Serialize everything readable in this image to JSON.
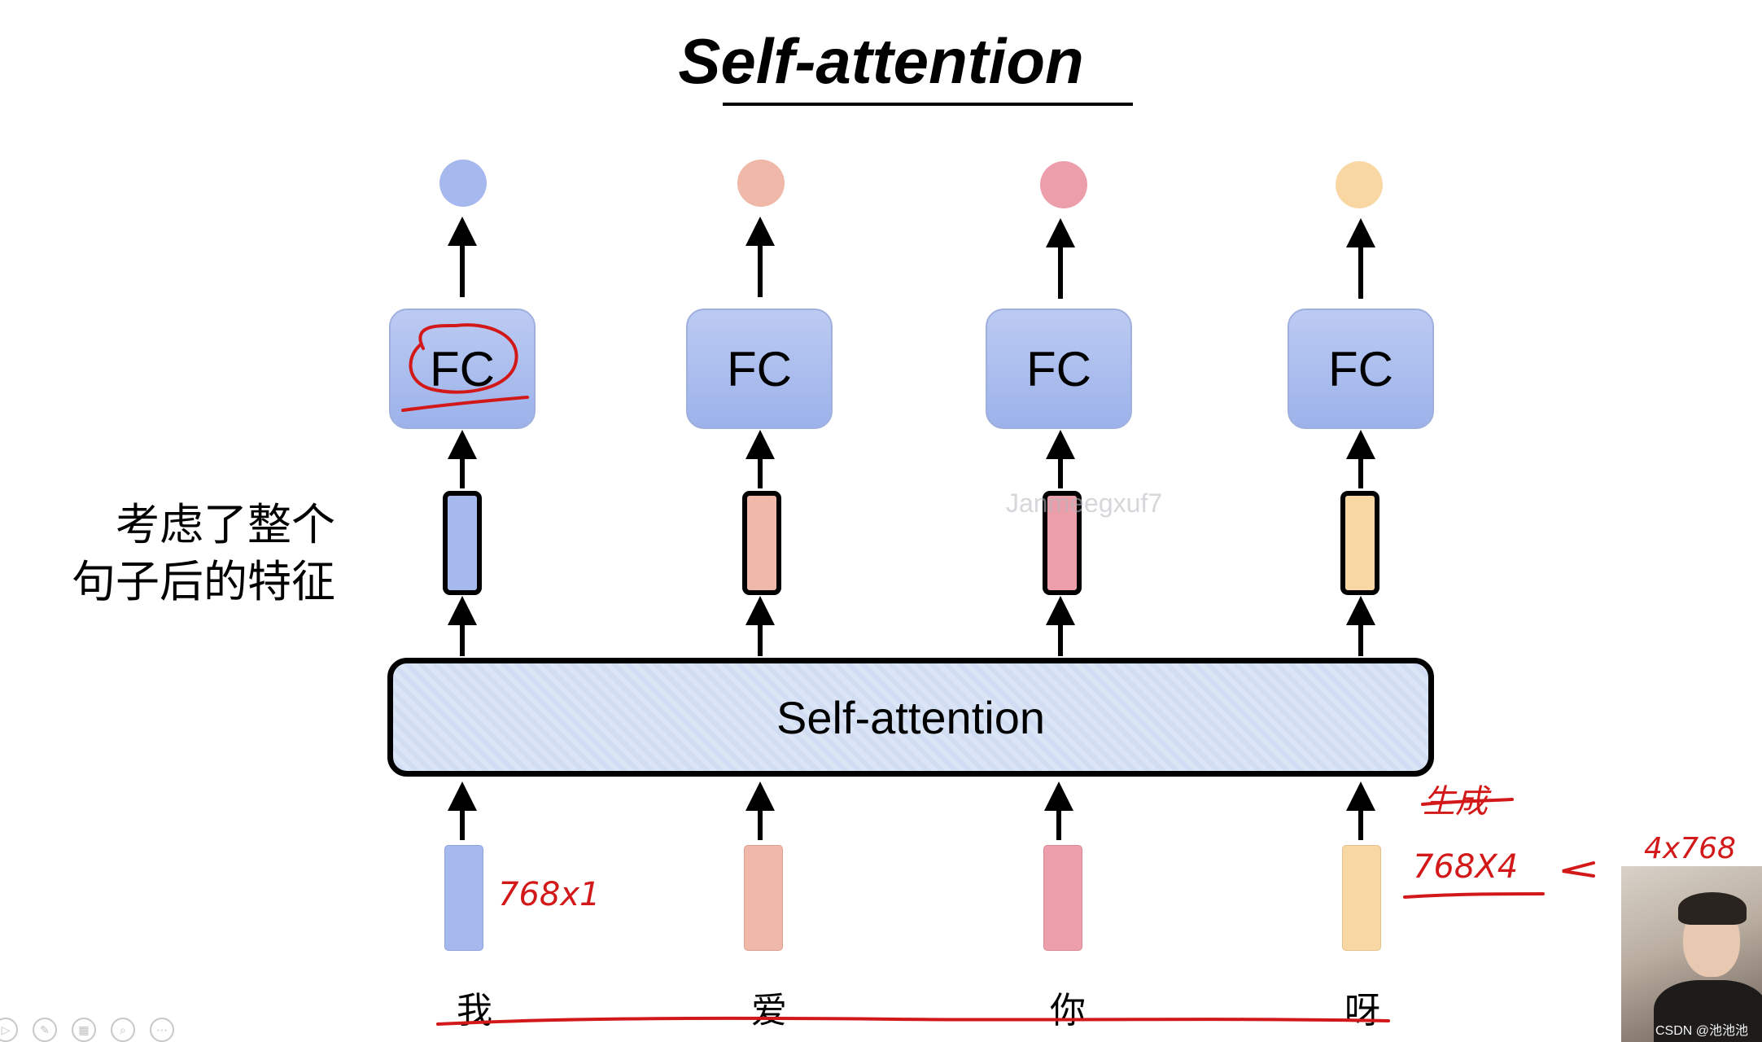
{
  "title": "Self-attention",
  "side_note": {
    "line1": "考虑了整个",
    "line2": "句子后的特征"
  },
  "self_attention_label": "Self-attention",
  "columns": [
    {
      "word": "我",
      "fc_label": "FC",
      "color": "#a5b9ee"
    },
    {
      "word": "爱",
      "fc_label": "FC",
      "color": "#f0b8a8"
    },
    {
      "word": "你",
      "fc_label": "FC",
      "color": "#ec9fab"
    },
    {
      "word": "呀",
      "fc_label": "FC",
      "color": "#f8d7a3"
    }
  ],
  "handwritten": {
    "emb_note": "768x1",
    "right_note_strike": "生成",
    "right_note": "768X4",
    "right_note_far": "4x768"
  },
  "watermark": "Janmeegxuf7",
  "credit": "CSDN @池池池",
  "colors": {
    "annotation": "#d21818"
  }
}
